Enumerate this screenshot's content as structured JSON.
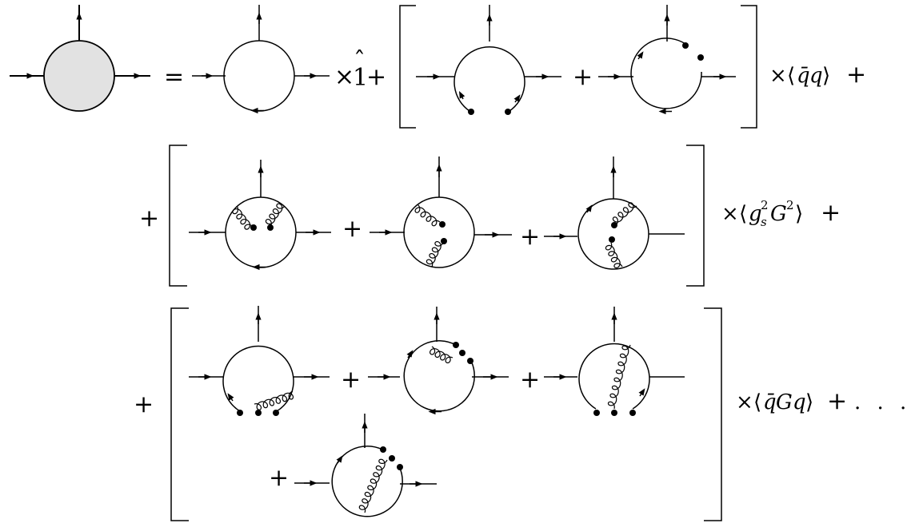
{
  "operators": {
    "equals": "=",
    "plus": "+",
    "times": "×",
    "ellipsis": ". . ."
  },
  "identity": {
    "base": "1",
    "hat": "ˆ"
  },
  "condensates": {
    "quark": {
      "bra": "⟨",
      "qbar": "q̄",
      "q": "q",
      "ket": "⟩"
    },
    "gluon": {
      "bra": "⟨",
      "g": "g",
      "sub": "s",
      "sup": "2",
      "G": "G",
      "sup2": "2",
      "ket": "⟩"
    },
    "mixed": {
      "bra": "⟨",
      "qbar": "q̄",
      "G": "G",
      "q": "q",
      "ket": "⟩"
    }
  },
  "colors": {
    "line": "#000000",
    "blob_fill": "#e2e2e2",
    "background": "#ffffff"
  },
  "icons": [
    "arrow-head",
    "gluon-coil",
    "condensate-dot",
    "square-bracket"
  ]
}
